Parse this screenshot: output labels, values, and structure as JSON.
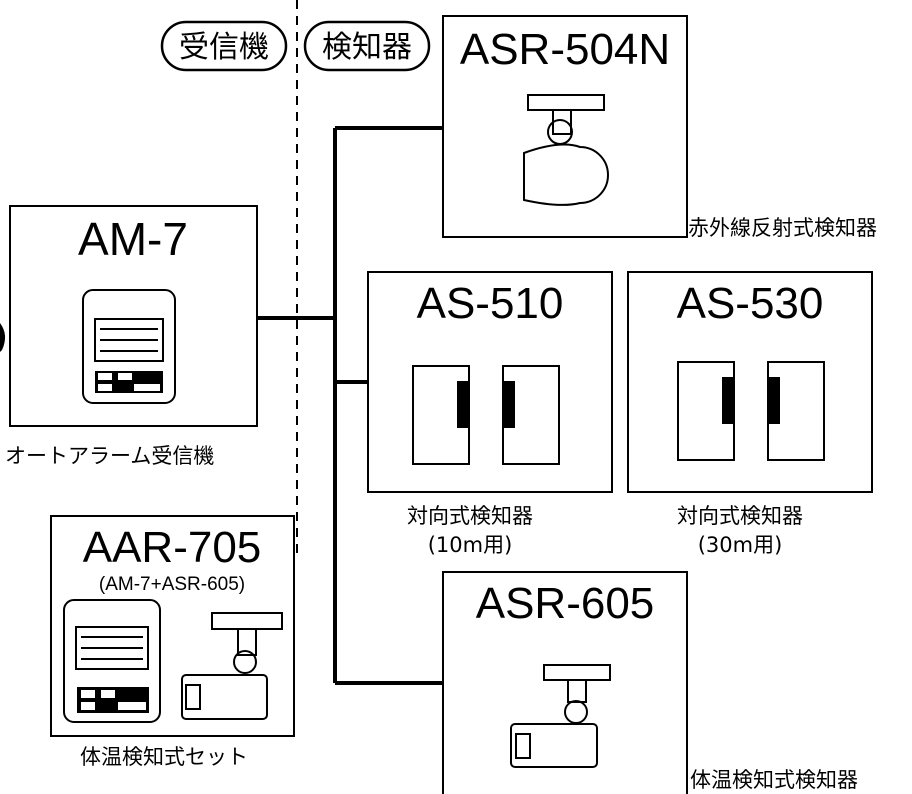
{
  "headers": {
    "receiver": "受信機",
    "detector": "検知器"
  },
  "receiver_unit": {
    "model": "AM-7",
    "caption": "オートアラーム受信機"
  },
  "set_unit": {
    "model": "AAR-705",
    "subtitle": "(AM-7+ASR-605)",
    "caption": "体温検知式セット"
  },
  "detectors": {
    "asr504n": {
      "model": "ASR-504N",
      "caption": "赤外線反射式検知器"
    },
    "as510": {
      "model": "AS-510",
      "caption": "対向式検知器",
      "caption_sub": "(10m用)"
    },
    "as530": {
      "model": "AS-530",
      "caption": "対向式検知器",
      "caption_sub": "(30m用)"
    },
    "asr605": {
      "model": "ASR-605",
      "caption": "体温検知式検知器"
    }
  }
}
